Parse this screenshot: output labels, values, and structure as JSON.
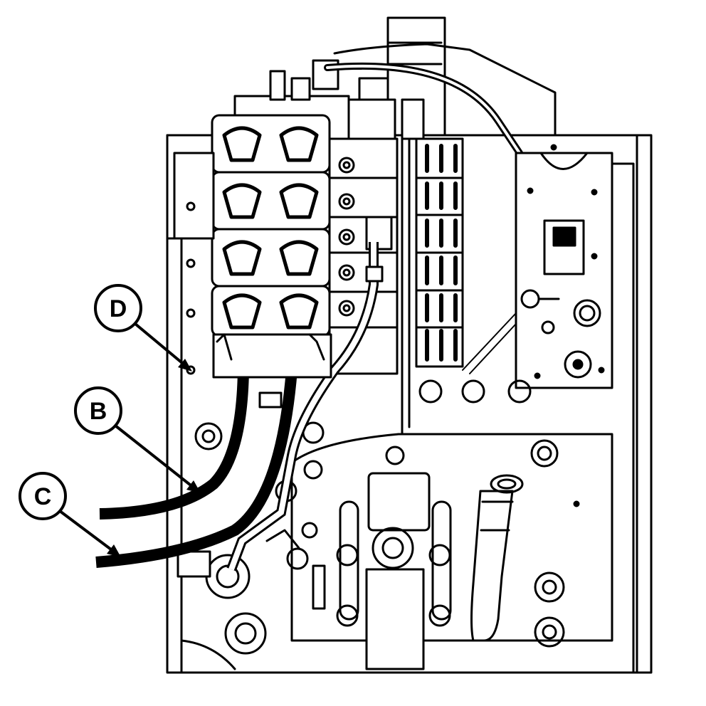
{
  "image": {
    "description_kind": "technical line drawing",
    "colors": {
      "ink": "#000000",
      "paper": "#ffffff"
    }
  },
  "callouts": [
    {
      "id": "d",
      "label": "D"
    },
    {
      "id": "b",
      "label": "B"
    },
    {
      "id": "c",
      "label": "C"
    }
  ]
}
